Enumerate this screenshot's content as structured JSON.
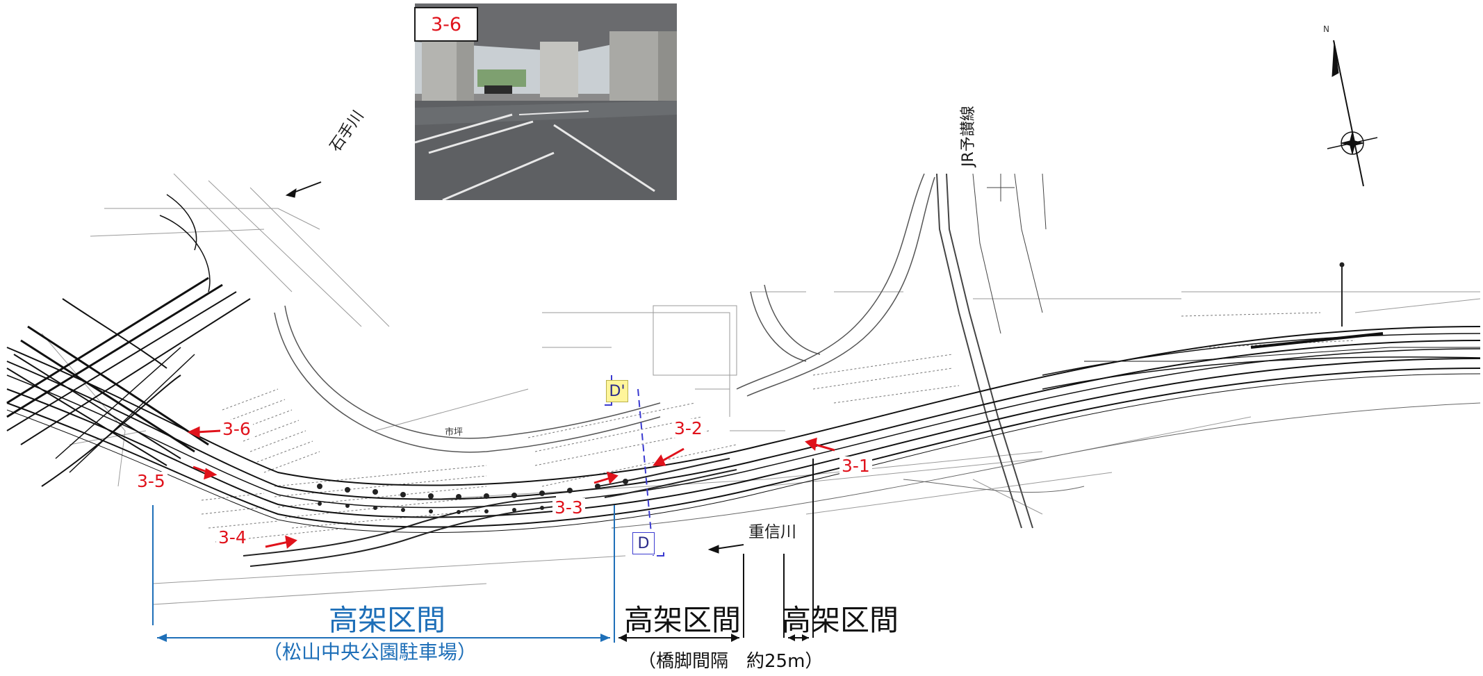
{
  "photo": {
    "badge": "3-6"
  },
  "markers": [
    {
      "id": "m31",
      "label": "3-1"
    },
    {
      "id": "m32",
      "label": "3-2"
    },
    {
      "id": "m33",
      "label": "3-3"
    },
    {
      "id": "m34",
      "label": "3-4"
    },
    {
      "id": "m35",
      "label": "3-5"
    },
    {
      "id": "m36",
      "label": "3-6"
    }
  ],
  "rivers": {
    "ishite": "石手川",
    "shigenobu": "重信川"
  },
  "railway": "JR予讃線",
  "place": "市坪",
  "north": "N",
  "section_marks": {
    "d_prime": "D'",
    "d": "D"
  },
  "sections": {
    "blue_title": "高架区間",
    "blue_sub": "（松山中央公園駐車場）",
    "black1_title": "高架区間",
    "black2_title": "高架区間",
    "black_sub": "（橋脚間隔　約25m）"
  },
  "colors": {
    "marker": "#e0121b",
    "blue_section": "#1e6fb8",
    "d_section_line": "#3a3ad0"
  }
}
